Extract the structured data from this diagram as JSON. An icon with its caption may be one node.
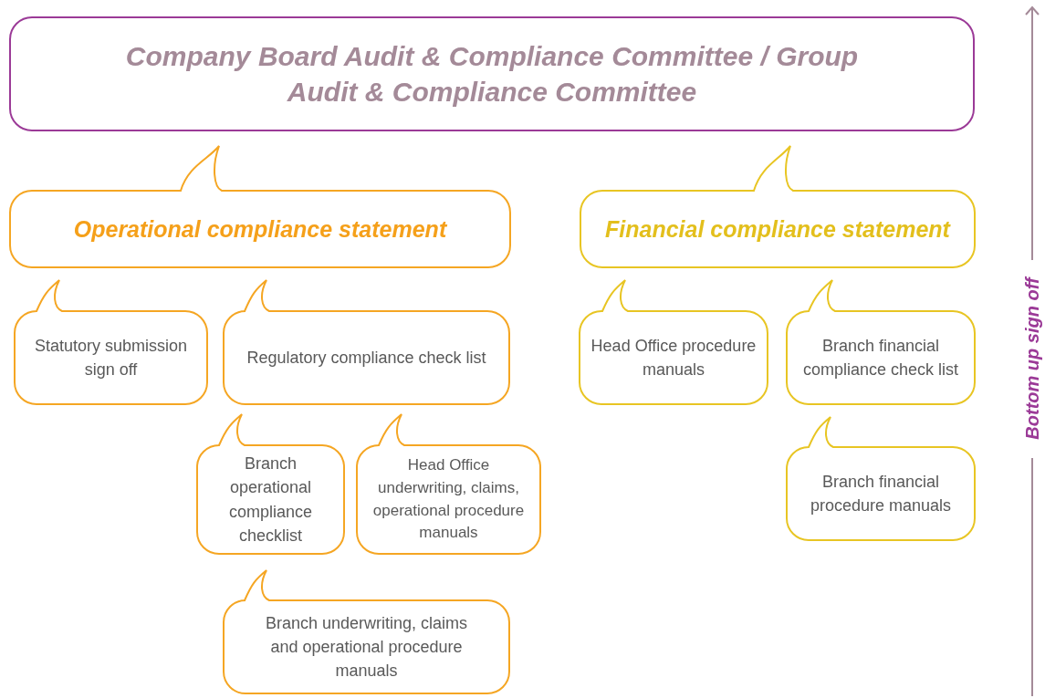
{
  "diagram": {
    "nodes": [
      {
        "text": [
          "Company Board Audit & Compliance Committee / Group Audit & Compliance Committee"
        ]
      },
      {
        "text": [
          "Operational compliance statement"
        ]
      },
      {
        "text": [
          "Financial compliance statement"
        ]
      },
      {
        "text": [
          "Statutory submission sign off"
        ]
      },
      {
        "text": [
          "Regulatory compliance check list"
        ]
      },
      {
        "text": [
          "Head Office procedure manuals"
        ]
      },
      {
        "text": [
          "Branch financial compliance check list"
        ]
      },
      {
        "text": [
          "Branch operational compliance checklist"
        ]
      },
      {
        "text": [
          "Head Office underwriting, claims, operational procedure manuals"
        ]
      },
      {
        "text": [
          "Branch financial procedure manuals"
        ]
      },
      {
        "text": [
          "Branch underwriting, claims and operational procedure manuals"
        ]
      }
    ],
    "labels": [
      "Bottom up sign off"
    ]
  }
}
